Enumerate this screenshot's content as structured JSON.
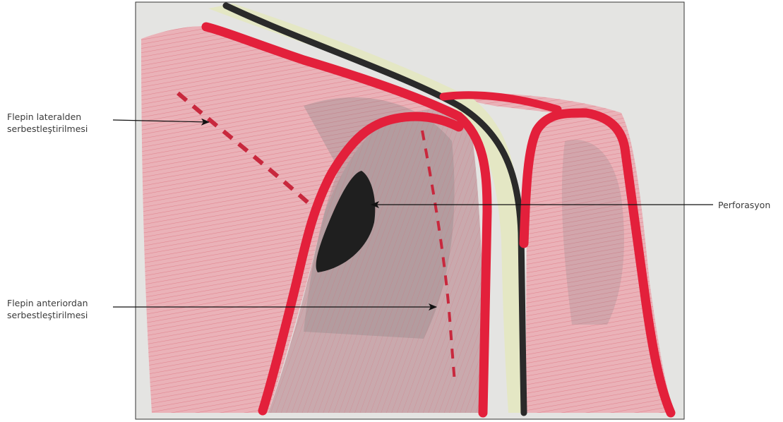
{
  "labels": {
    "lateral": {
      "line1": "Flepin lateralden",
      "line2": "serbestleştirilmesi"
    },
    "anterior": {
      "line1": "Flepin anteriordan",
      "line2": "serbestleştirilmesi"
    },
    "perforation": "Perforasyon"
  },
  "colors": {
    "background": "#ffffff",
    "drawing_background": "#e4e4e2",
    "flap_fill": "#e8a6ad",
    "flap_hatch": "#d9606e",
    "red_outline": "#e3203b",
    "black_band": "#2a2a2a",
    "cream_band": "#e4e7c4",
    "shadow": "#8a8486",
    "arrow": "#111111"
  }
}
